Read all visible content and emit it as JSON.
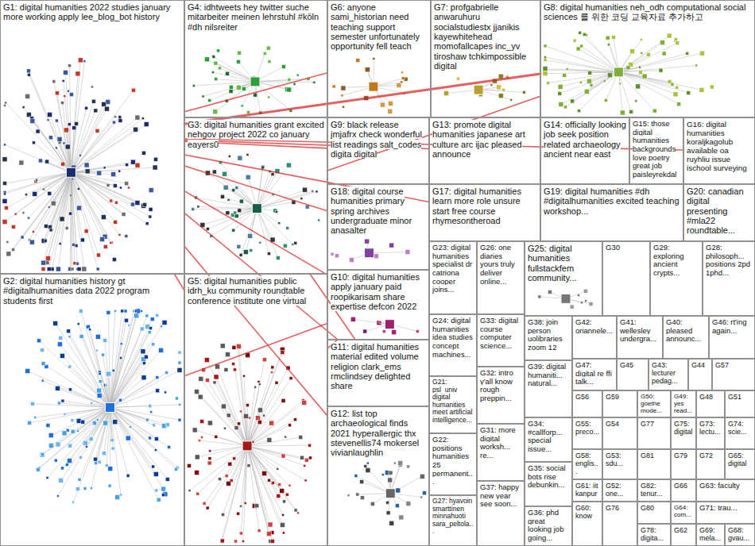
{
  "diagram": {
    "nodes": [
      {
        "text": [
          "G1: digital humanities 2022 studies january more working apply lee_blog_bot history"
        ]
      },
      {
        "text": [
          "G4: idhtweets hey twitter suche mitarbeiter meinen lehrstuhl #köln #dh nilsreiter"
        ]
      },
      {
        "text": [
          "G6: anyone sami_historian need teaching support semester unfortunately opportunity fell teach"
        ]
      },
      {
        "text": [
          "G7: profgabrielle anwaruhuru socialstudiestx jjanikis kayewhitehead momofallcapes inc_yv tiroshaw tchkimpossible digital"
        ]
      },
      {
        "text": [
          "G8: digital humanities neh_odh computational social sciences 를 위한 코딩 교육자료 추가하고"
        ]
      },
      {
        "text": [
          "G3: digital humanities grant excited nehgov project 2022 co january eayers0"
        ]
      },
      {
        "text": [
          "G9: black release jmjafrx check wonderful list readings salt_codes digita digital"
        ]
      },
      {
        "text": [
          "G13: promote digital humanities japanese art culture arc ijac pleased announce"
        ]
      },
      {
        "text": [
          "G14: officially looking job seek position related archaeology ancient near east"
        ]
      },
      {
        "text": [
          "G15: those digital humanities backgrounds love poetry great job paisleyrekdal"
        ]
      },
      {
        "text": [
          "G16: digital humanities koraljkagolub available oa ruyhliu issue ischool surveying"
        ]
      },
      {
        "text": [
          "G18: digital course humanities primary spring archives undergraduate minor anasalter"
        ]
      },
      {
        "text": [
          "G17: digital humanities learn more role unsure start free course rhymesontheroad"
        ]
      },
      {
        "text": [
          "G19: digital humanities #dh #digitalhumanities excited teaching workshop..."
        ]
      },
      {
        "text": [
          "G20: canadian digital presenting #mla22 roundtable..."
        ]
      },
      {
        "text": [
          "G23: digital humanities specialist dr catriona cooper joins..."
        ]
      },
      {
        "text": [
          "G26: one diaries yours truly deliver online..."
        ]
      },
      {
        "text": [
          "G25: digital humanities fullstackfem community..."
        ]
      },
      {
        "text": [
          "G30"
        ]
      },
      {
        "text": [
          "G29: exploring ancient crypts..."
        ]
      },
      {
        "text": [
          "G28: philosoph... positions 2pd 1phd..."
        ]
      },
      {
        "text": [
          "G10: digital humanities apply january paid roopikarisam share expertise defcon 2022"
        ]
      },
      {
        "text": [
          "G2: digital humanities history gt #digitalhumanities data 2022 program students first"
        ]
      },
      {
        "text": [
          "G5: digital humanities public idrh_ku community roundtable conference institute one virtual"
        ]
      },
      {
        "text": [
          "G24: digital humanities idea studies concept machines..."
        ]
      },
      {
        "text": [
          "G33: digital course computer science..."
        ]
      },
      {
        "text": [
          "G38: join person uolibraries zoom 12"
        ]
      },
      {
        "text": [
          "G42: oriannele..."
        ]
      },
      {
        "text": [
          "G41: wellesley undergra..."
        ]
      },
      {
        "text": [
          "G40: pleased announc..."
        ]
      },
      {
        "text": [
          "G46: rt'ing again..."
        ]
      },
      {
        "text": [
          "G11: digital humanities material edited volume religion clark_ems rmclindsey delighted share"
        ]
      },
      {
        "text": [
          "G47: digital re ffi talk..."
        ]
      },
      {
        "text": [
          "G45"
        ]
      },
      {
        "text": [
          "G43: lecturer pedag..."
        ]
      },
      {
        "text": [
          "G44"
        ]
      },
      {
        "text": [
          "G57"
        ]
      },
      {
        "text": [
          "G39: digital humaniti... natural..."
        ]
      },
      {
        "text": [
          "G32: intro y'all know rough preppin..."
        ]
      },
      {
        "text": [
          "G21: psl_univ digital humanities meet artificial intelligence..."
        ]
      },
      {
        "text": [
          "G56"
        ]
      },
      {
        "text": [
          "G59"
        ]
      },
      {
        "text": [
          "G50: goethe mode..."
        ]
      },
      {
        "text": [
          "G49: yes read..."
        ]
      },
      {
        "text": [
          "G48"
        ]
      },
      {
        "text": [
          "G51"
        ]
      },
      {
        "text": [
          "G12: list top archaeological finds 2021 hyperallergic thx stevenellis74 mokersel vivianlaughlin"
        ]
      },
      {
        "text": [
          "G34: #callforp... special issue..."
        ]
      },
      {
        "text": [
          "G55: preco..."
        ]
      },
      {
        "text": [
          "G54"
        ]
      },
      {
        "text": [
          "G77"
        ]
      },
      {
        "text": [
          "G75: digital"
        ]
      },
      {
        "text": [
          "G73: lectu..."
        ]
      },
      {
        "text": [
          "G74: scie..."
        ]
      },
      {
        "text": [
          "G31: more digital worksh... re..."
        ]
      },
      {
        "text": [
          "G22: positions humanities 25 permanent..."
        ]
      },
      {
        "text": [
          "G58: englis..."
        ]
      },
      {
        "text": [
          "G53: sdu..."
        ]
      },
      {
        "text": [
          "G81"
        ]
      },
      {
        "text": [
          "G79"
        ]
      },
      {
        "text": [
          "G72"
        ]
      },
      {
        "text": [
          "G65: digital"
        ]
      },
      {
        "text": [
          "G35: social bots rise debunkin..."
        ]
      },
      {
        "text": [
          "G61: iit kanpur"
        ]
      },
      {
        "text": [
          "G52: one..."
        ]
      },
      {
        "text": [
          "G82: tenur..."
        ]
      },
      {
        "text": [
          "G66"
        ]
      },
      {
        "text": [
          "G63: faculty"
        ]
      },
      {
        "text": [
          "G37: happy new year see soon..."
        ]
      },
      {
        "text": [
          "G27: hyavoin smarttinen minnahuoti sara_peltola..."
        ]
      },
      {
        "text": [
          "G60: know"
        ]
      },
      {
        "text": [
          "G76"
        ]
      },
      {
        "text": [
          "G80"
        ]
      },
      {
        "text": [
          "G64: com..."
        ]
      },
      {
        "text": [
          "G71: trau..."
        ]
      },
      {
        "text": [
          "G36: phd great looking job going..."
        ]
      },
      {
        "text": [
          "G78: digita..."
        ]
      },
      {
        "text": [
          "G62"
        ]
      },
      {
        "text": [
          "G69: mela..."
        ]
      },
      {
        "text": [
          "G68: gvau..."
        ]
      }
    ],
    "edges": [
      {
        "from": 0,
        "to": 4,
        "arrow": "none"
      },
      {
        "from": 0,
        "to": 6,
        "arrow": "none"
      },
      {
        "from": 0,
        "to": 7,
        "arrow": "none"
      },
      {
        "from": 0,
        "to": 21,
        "arrow": "none"
      },
      {
        "from": 0,
        "to": 31,
        "arrow": "none"
      },
      {
        "from": 0,
        "to": 46,
        "arrow": "none"
      },
      {
        "from": 0,
        "to": 2,
        "arrow": "none"
      },
      {
        "from": 0,
        "to": 11,
        "arrow": "none"
      },
      {
        "from": 0,
        "to": 10,
        "arrow": "none"
      },
      {
        "from": 5,
        "to": 4,
        "arrow": "none"
      },
      {
        "from": 5,
        "to": 31,
        "arrow": "none"
      },
      {
        "from": 22,
        "to": 21,
        "arrow": "none"
      },
      {
        "from": 23,
        "to": 21,
        "arrow": "none"
      },
      {
        "from": 0,
        "to": 23,
        "arrow": "none"
      },
      {
        "from": 0,
        "to": 12,
        "arrow": "none"
      }
    ]
  }
}
